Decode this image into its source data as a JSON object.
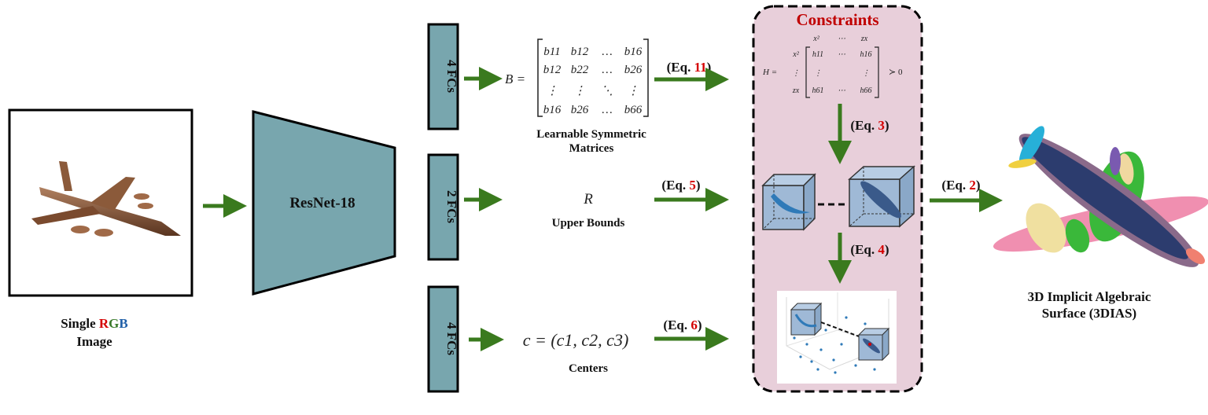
{
  "input_image": {
    "caption_word": "Single",
    "caption_r": "R",
    "caption_g": "G",
    "caption_b": "B",
    "caption_line2": "Image",
    "colors": {
      "r": "#d40000",
      "g": "#3a7a2a",
      "b": "#1f5fa8"
    }
  },
  "backbone": {
    "label": "ResNet-18"
  },
  "heads": {
    "top": {
      "label": "4 FCs"
    },
    "middle": {
      "label": "2 FCs"
    },
    "bottom": {
      "label": "4 FCs"
    }
  },
  "outputs": {
    "matrix": {
      "lhs": "B =",
      "rows": [
        [
          "b11",
          "b12",
          "…",
          "b16"
        ],
        [
          "b12",
          "b22",
          "…",
          "b26"
        ],
        [
          "⋮",
          "⋮",
          "⋱",
          "⋮"
        ],
        [
          "b16",
          "b26",
          "…",
          "b66"
        ]
      ],
      "caption_line1": "Learnable Symmetric",
      "caption_line2": "Matrices"
    },
    "bounds": {
      "symbol": "R",
      "caption": "Upper Bounds"
    },
    "centers": {
      "formula": "c = (c1, c2, c3)",
      "caption": "Centers"
    }
  },
  "equations": {
    "eq11": {
      "prefix": "(Eq. ",
      "num": "11",
      "suffix": ")"
    },
    "eq5": {
      "prefix": "(Eq. ",
      "num": "5",
      "suffix": ")"
    },
    "eq6": {
      "prefix": "(Eq. ",
      "num": "6",
      "suffix": ")"
    },
    "eq3": {
      "prefix": "(Eq. ",
      "num": "3",
      "suffix": ")"
    },
    "eq4": {
      "prefix": "(Eq. ",
      "num": "4",
      "suffix": ")"
    },
    "eq2": {
      "prefix": "(Eq. ",
      "num": "2",
      "suffix": ")"
    }
  },
  "constraints": {
    "title": "Constraints",
    "hessian": {
      "lhs": "H =",
      "col_headers": [
        "x²",
        "⋯",
        "zx"
      ],
      "row_headers": [
        "x²",
        "⋮",
        "zx"
      ],
      "rows": [
        [
          "h11",
          "⋯",
          "h16"
        ],
        [
          "⋮",
          "",
          "⋮"
        ],
        [
          "h61",
          "⋯",
          "h66"
        ]
      ],
      "relation": "≻ 0"
    }
  },
  "output": {
    "caption_line1": "3D Implicit Algebraic",
    "caption_line2": "Surface (3DIAS)"
  },
  "colors": {
    "fc_box": "#78a6ae",
    "arrow": "#3a7a1e",
    "constraints_bg": "#e8cfda",
    "equation_number": "#d40000"
  }
}
